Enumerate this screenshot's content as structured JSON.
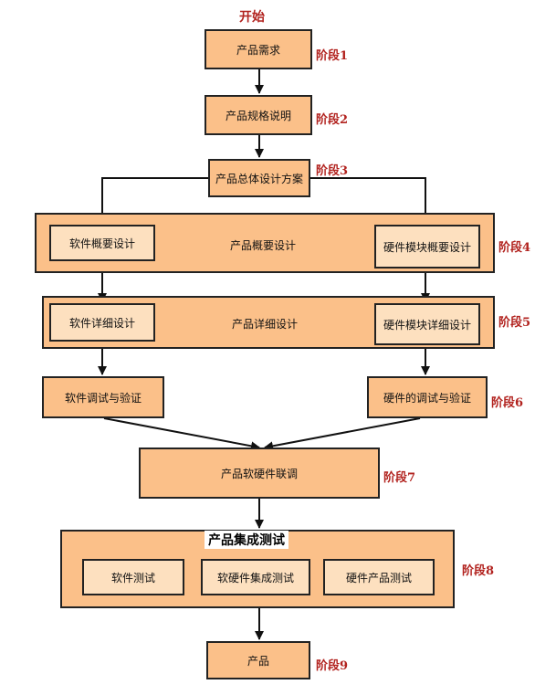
{
  "start": "开始",
  "nodes": {
    "req": "产品需求",
    "spec": "产品规格说明",
    "overall": "产品总体设计方案",
    "overview_group": "产品概要设计",
    "sw_overview": "软件概要设计",
    "hw_overview": "硬件模块概要设计",
    "detail_group": "产品详细设计",
    "sw_detail": "软件详细设计",
    "hw_detail": "硬件模块详细设计",
    "sw_debug": "软件调试与验证",
    "hw_debug": "硬件的调试与验证",
    "joint": "产品软硬件联调",
    "integ_title": "产品集成测试",
    "sw_test": "软件测试",
    "swhw_test": "软硬件集成测试",
    "hw_test": "硬件产品测试",
    "product": "产品"
  },
  "stages": [
    "阶段1",
    "阶段2",
    "阶段3",
    "阶段4",
    "阶段5",
    "阶段6",
    "阶段7",
    "阶段8",
    "阶段9"
  ],
  "colors": {
    "box": "#fbc089",
    "inner": "#fde0bf",
    "stage": "#b2231f",
    "line": "#111111"
  }
}
